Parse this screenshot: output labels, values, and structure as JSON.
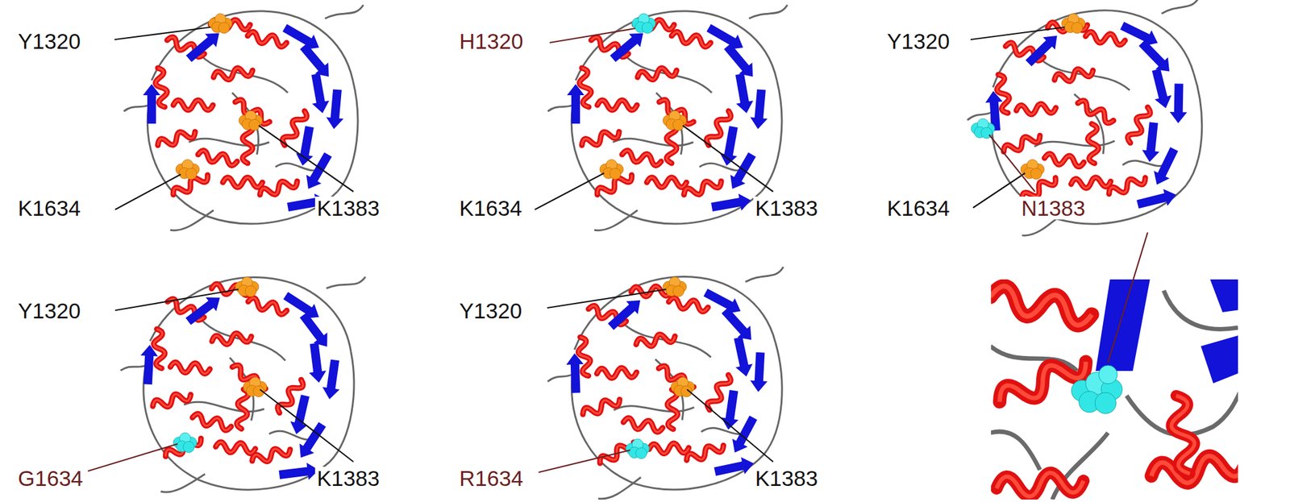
{
  "diagram": {
    "labels": [
      "Y1320",
      "H1320",
      "Y1320",
      "K1634",
      "K1383",
      "K1634",
      "K1383",
      "K1634",
      "N1383",
      "Y1320",
      "Y1320",
      "G1634",
      "K1383",
      "R1634",
      "K1383"
    ]
  }
}
